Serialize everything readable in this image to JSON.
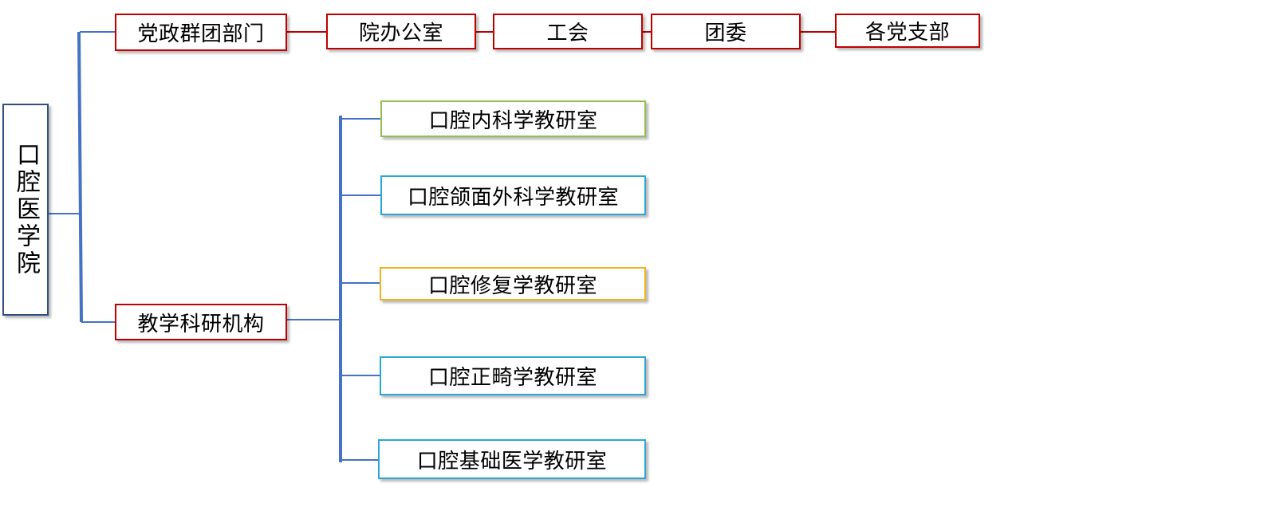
{
  "root": {
    "label": "口腔医学院",
    "border": "#2f4f7f"
  },
  "party": {
    "label": "党政群团部门",
    "border": "#c00000",
    "children": [
      {
        "label": "院办公室",
        "border": "#c00000"
      },
      {
        "label": "工会",
        "border": "#c00000"
      },
      {
        "label": "团委",
        "border": "#c00000"
      },
      {
        "label": "各党支部",
        "border": "#c00000"
      }
    ]
  },
  "teaching": {
    "label": "教学科研机构",
    "border": "#c00000",
    "children": [
      {
        "label": "口腔内科学教研室",
        "border": "#92c050"
      },
      {
        "label": "口腔颌面外科学教研室",
        "border": "#2aa7d8"
      },
      {
        "label": "口腔修复学教研室",
        "border": "#f4b120"
      },
      {
        "label": "口腔正畸学教研室",
        "border": "#2aa7d8"
      },
      {
        "label": "口腔基础医学教研室",
        "border": "#2aa7d8"
      }
    ]
  },
  "colors": {
    "trunk": "#4472c4",
    "party_link": "#c00000"
  }
}
